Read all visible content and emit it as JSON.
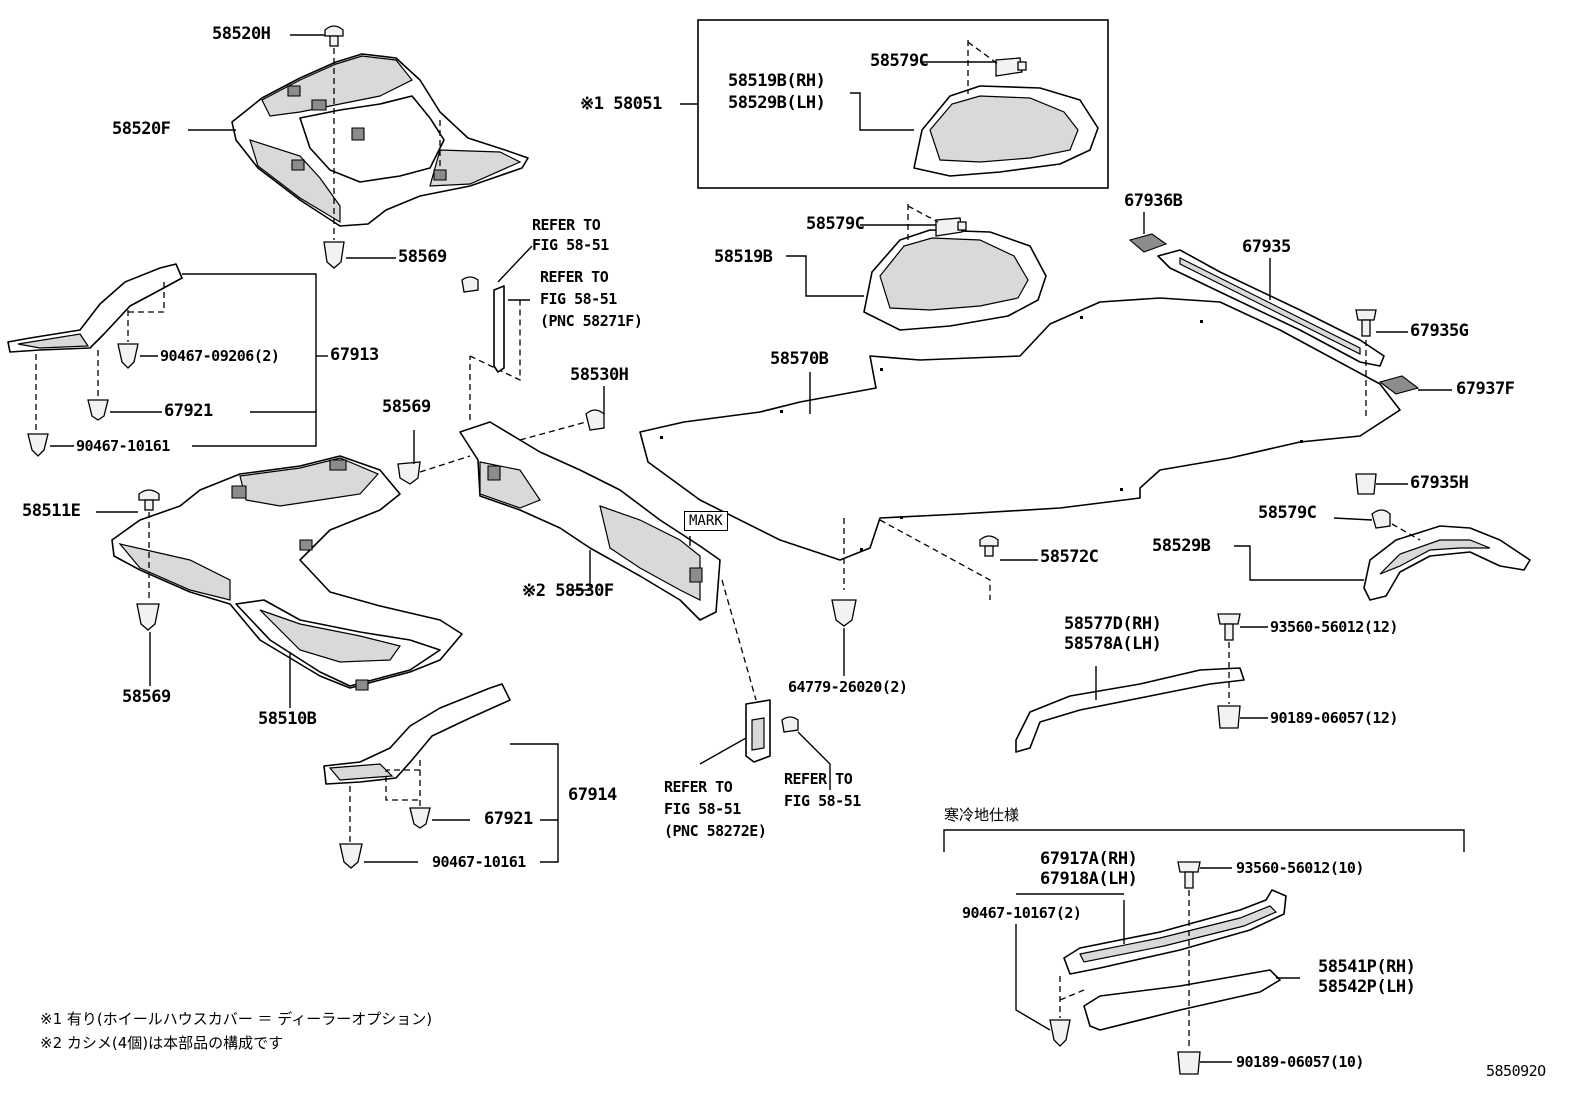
{
  "parts": {
    "p58520H": "58520H",
    "p58520F": "58520F",
    "p58569_top": "58569",
    "p90467_09206": "90467-09206(2)",
    "p67913": "67913",
    "p67921_a": "67921",
    "p90467_10161_a": "90467-10161",
    "p58569_mid": "58569",
    "p58511E": "58511E",
    "p58569_low": "58569",
    "p58510B": "58510B",
    "p67921_b": "67921",
    "p67914": "67914",
    "p90467_10161_b": "90467-10161",
    "p58530H": "58530H",
    "p58530F": "※2 58530F",
    "p58051": "※1 58051",
    "p58519B_RH": "58519B(RH)",
    "p58529B_LH": "58529B(LH)",
    "p58579C_box": "58579C",
    "p58579C_mid": "58579C",
    "p58519B": "58519B",
    "p58570B": "58570B",
    "p64779": "64779-26020(2)",
    "p58572C": "58572C",
    "p67936B": "67936B",
    "p67935": "67935",
    "p67935G": "67935G",
    "p67937F": "67937F",
    "p67935H": "67935H",
    "p58579C_right": "58579C",
    "p58529B": "58529B",
    "p58577D": "58577D(RH)",
    "p58578A": "58578A(LH)",
    "p93560_12": "93560-56012(12)",
    "p90189_12": "90189-06057(12)",
    "p67917A": "67917A(RH)",
    "p67918A": "67918A(LH)",
    "p93560_10": "93560-56012(10)",
    "p90467_10167": "90467-10167(2)",
    "p58541P": "58541P(RH)",
    "p58542P": "58542P(LH)",
    "p90189_10": "90189-06057(10)"
  },
  "refs": {
    "r1_line1": "REFER TO",
    "r1_line2": "FIG 58-51",
    "r2_line1": "REFER TO",
    "r2_line2": "FIG 58-51",
    "r2_line3": "(PNC 58271F)",
    "r3_line1": "REFER TO",
    "r3_line2": "FIG 58-51",
    "r3_line3": "(PNC 58272E)",
    "r4_line1": "REFER TO",
    "r4_line2": "FIG 58-51"
  },
  "mark_label": "MARK",
  "cold_spec_label": "寒冷地仕様",
  "footnotes": {
    "note1": "※1 有り(ホイールハウスカバー ＝ ディーラーオプション)",
    "note2": "※2 カシメ(4個)は本部品の構成です"
  },
  "diagram_id": "585092O"
}
